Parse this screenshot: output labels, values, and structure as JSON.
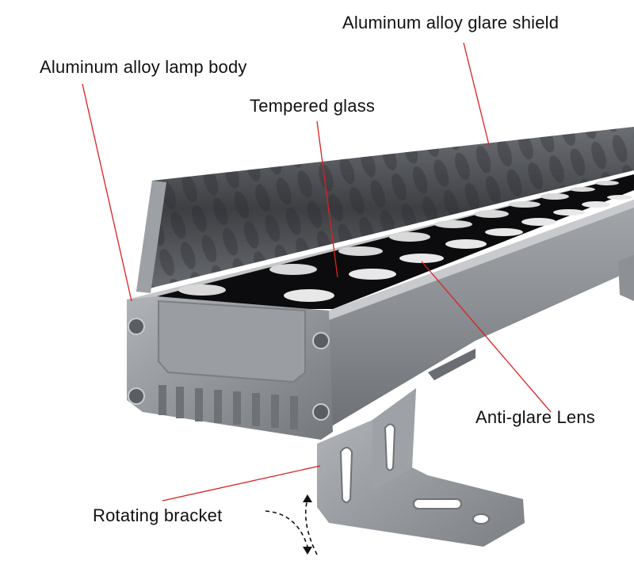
{
  "callouts": {
    "glare_shield": "Aluminum alloy glare shield",
    "lamp_body": "Aluminum alloy lamp body",
    "tempered_glass": "Tempered glass",
    "anti_glare_lens": "Anti-glare Lens",
    "rotating_bracket": "Rotating bracket"
  },
  "colors": {
    "leader_line": "#d92020",
    "aluminum": "#8a8d91",
    "aluminum_dark": "#5e6166",
    "glass": "#0c0c0e",
    "lens": "#e8e8e8",
    "label_text": "#111111"
  }
}
